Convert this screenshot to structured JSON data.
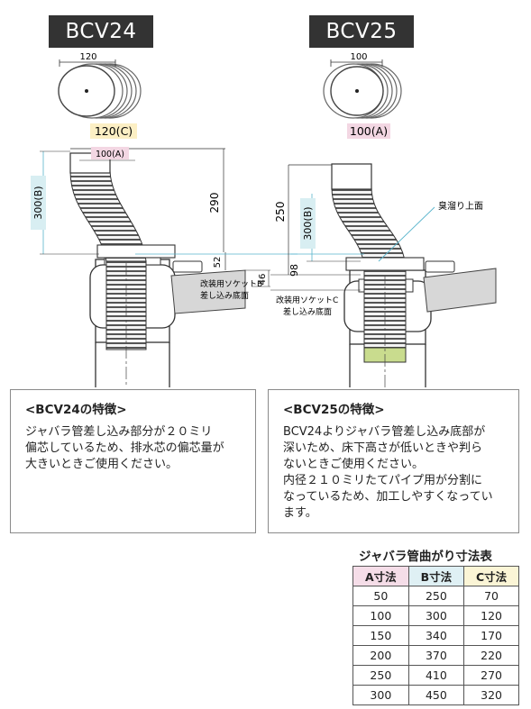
{
  "products": [
    {
      "name": "BCV24",
      "top_dim": "120",
      "c_label": "120(C)",
      "a_label": "100(A)",
      "b_label": "300(B)",
      "dim_290": "290",
      "dim_52": "52",
      "dim_46": "46",
      "socket_line1": "改装用ソケットB",
      "socket_line2": "差し込み底面"
    },
    {
      "name": "BCV25",
      "top_dim": "100",
      "a_label": "100(A)",
      "b_label": "300(B)",
      "dim_250": "250",
      "dim_98": "98",
      "socket_line1": "改装用ソケットC",
      "socket_line2": "差し込み底面",
      "odor_label": "臭溜り上面"
    }
  ],
  "features": [
    {
      "title": "<BCV24の特徴>",
      "lines": [
        "ジャバラ管差し込み部分が２０ミリ",
        "偏芯しているため、排水芯の偏芯量が",
        "大きいときご使用ください。"
      ]
    },
    {
      "title": "<BCV25の特徴>",
      "lines": [
        "BCV24よりジャバラ管差し込み底部が",
        "深いため、床下高さが低いときや判ら",
        "ないときご使用ください。",
        "内径２１０ミリたてパイプ用が分割に",
        "なっているため、加工しやすくなってい",
        "ます。"
      ]
    }
  ],
  "table": {
    "title": "ジャバラ管曲がり寸法表",
    "headers": [
      "A寸法",
      "B寸法",
      "C寸法"
    ],
    "rows": [
      [
        "50",
        "250",
        "70"
      ],
      [
        "100",
        "300",
        "120"
      ],
      [
        "150",
        "340",
        "170"
      ],
      [
        "200",
        "370",
        "220"
      ],
      [
        "250",
        "410",
        "270"
      ],
      [
        "300",
        "450",
        "320"
      ]
    ]
  },
  "colors": {
    "a_header": "#f5dde8",
    "b_header": "#dff0f4",
    "c_header": "#fbf5d6",
    "a_label_bg": "#f3d7e3",
    "b_label_bg": "#d8eef2",
    "c_label_bg": "#fcefc4",
    "accent_line": "#58b4cc",
    "pipe_fill": "#5a5a5a",
    "green_band": "#c9dc8e"
  }
}
